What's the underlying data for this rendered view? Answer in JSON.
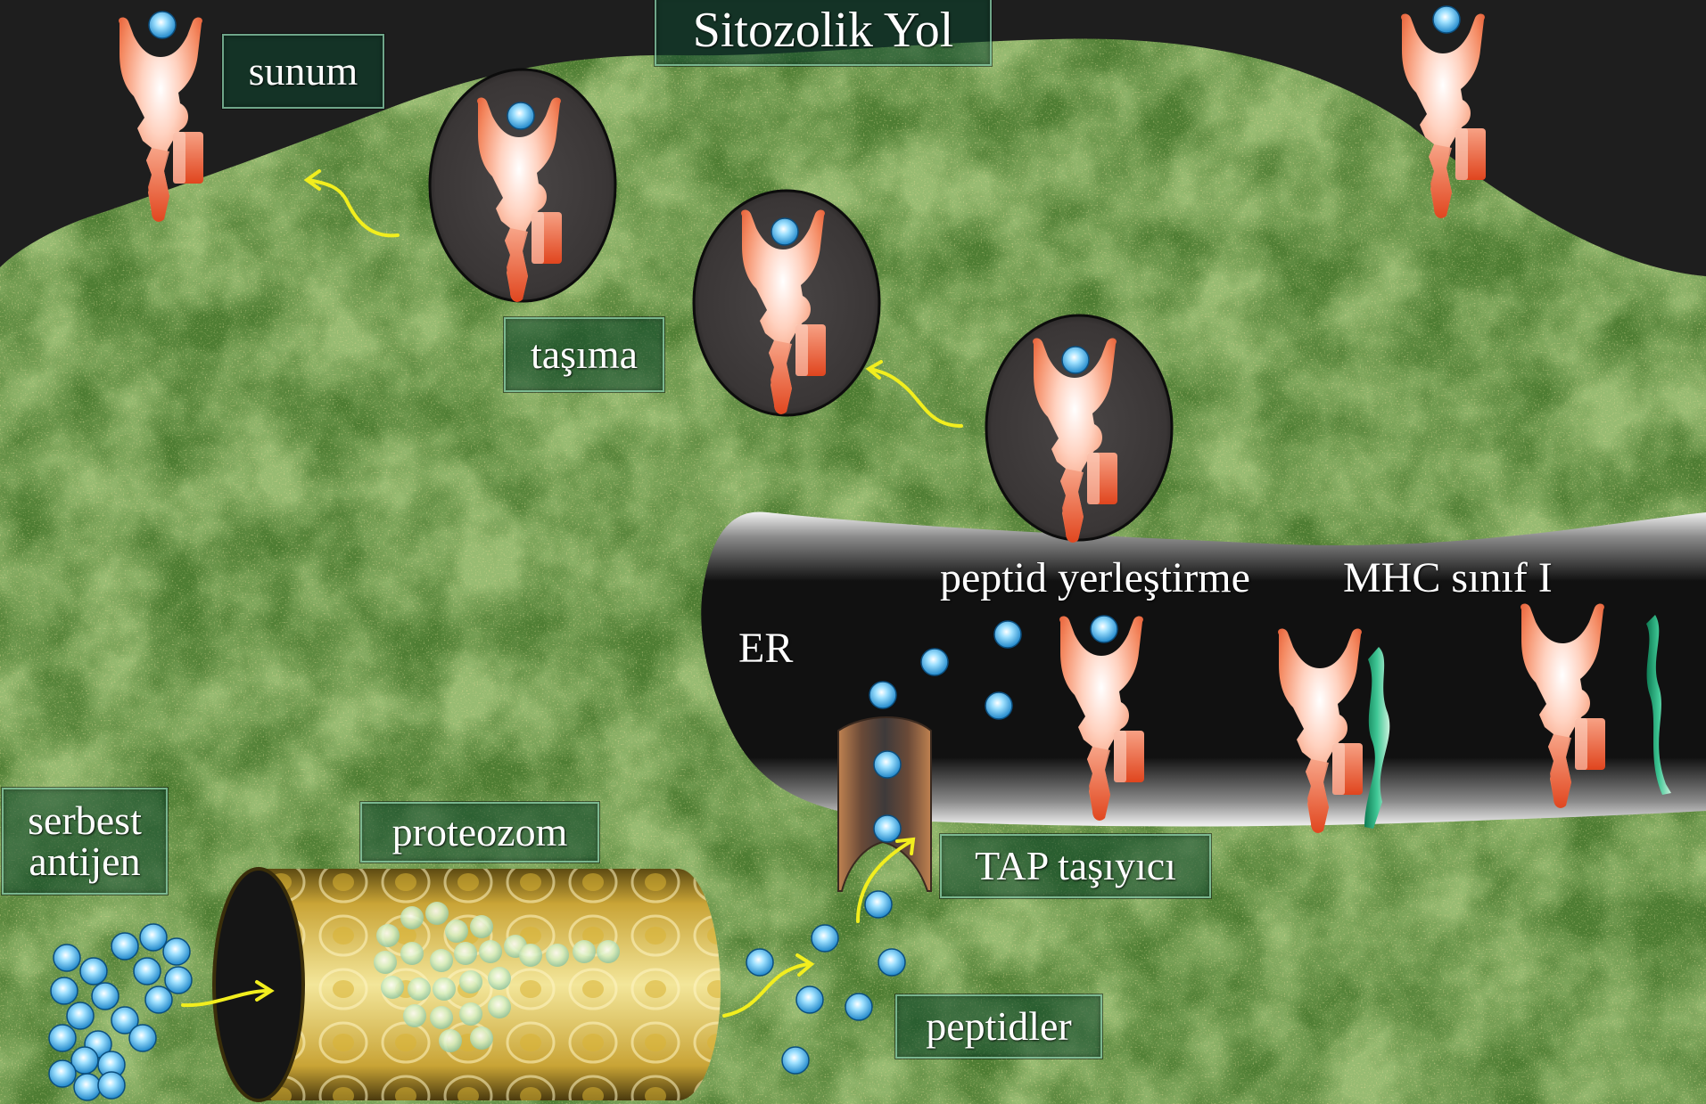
{
  "title": "Sitozolik Yol",
  "labels": {
    "presentation": "sunum",
    "transport": "taşıma",
    "peptide_loading": "peptid yerleştirme",
    "mhc_class": "MHC sınıf I",
    "er": "ER",
    "free_antigen_line1": "serbest",
    "free_antigen_line2": "antijen",
    "proteasome": "proteozom",
    "tap_transporter": "TAP taşıyıcı",
    "peptides": "peptidler"
  },
  "colors": {
    "cytoplasm": "#5a8a3a",
    "extracellular": "#1c1c1c",
    "er_membrane": "#2a2a2a",
    "mhc_heavy_chain": "#f07a55",
    "peptide": "#4fb6ea",
    "beta2m": "#1f9e6e",
    "arrow": "#f2ee1e",
    "tap": "#b9784a",
    "proteasome": "#c9a436"
  },
  "icons": {
    "mhc": "mhc-class-i-molecule-icon",
    "peptide": "peptide-sphere-icon",
    "vesicle": "transport-vesicle-icon",
    "arrow": "curved-arrow-icon"
  }
}
